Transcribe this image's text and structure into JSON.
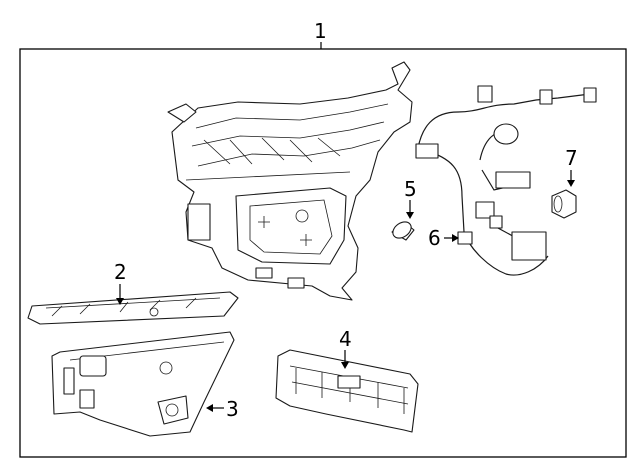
{
  "callouts": {
    "c1": "1",
    "c2": "2",
    "c3": "3",
    "c4": "4",
    "c5": "5",
    "c6": "6",
    "c7": "7"
  },
  "colors": {
    "line": "#1a1a1a",
    "background": "#ffffff"
  }
}
